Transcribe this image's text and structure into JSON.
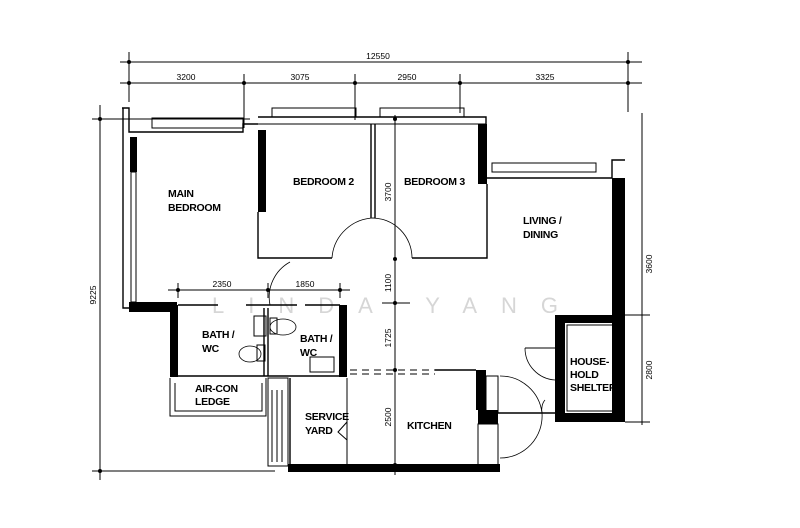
{
  "plan": {
    "overall_width_dim": "12550",
    "width_dims": [
      "3200",
      "3075",
      "2950",
      "3325"
    ],
    "overall_depth_dim": "9225",
    "center_depth_dims": [
      "3700",
      "1100",
      "1725",
      "2500"
    ],
    "right_depth_dims": [
      "3600",
      "2800"
    ],
    "bath_dims": [
      "2350",
      "1850"
    ],
    "rooms": {
      "main_bedroom": [
        "MAIN",
        "BEDROOM"
      ],
      "bedroom2": "BEDROOM 2",
      "bedroom3": "BEDROOM 3",
      "living": [
        "LIVING /",
        "DINING"
      ],
      "bath1": [
        "BATH /",
        "WC"
      ],
      "bath2": [
        "BATH /",
        "WC"
      ],
      "aircon": [
        "AIR-CON",
        "LEDGE"
      ],
      "service": [
        "SERVICE",
        "YARD"
      ],
      "kitchen": "KITCHEN",
      "shelter": [
        "HOUSE-",
        "HOLD",
        "SHELTER"
      ]
    },
    "watermark": "LINDA YANG"
  }
}
